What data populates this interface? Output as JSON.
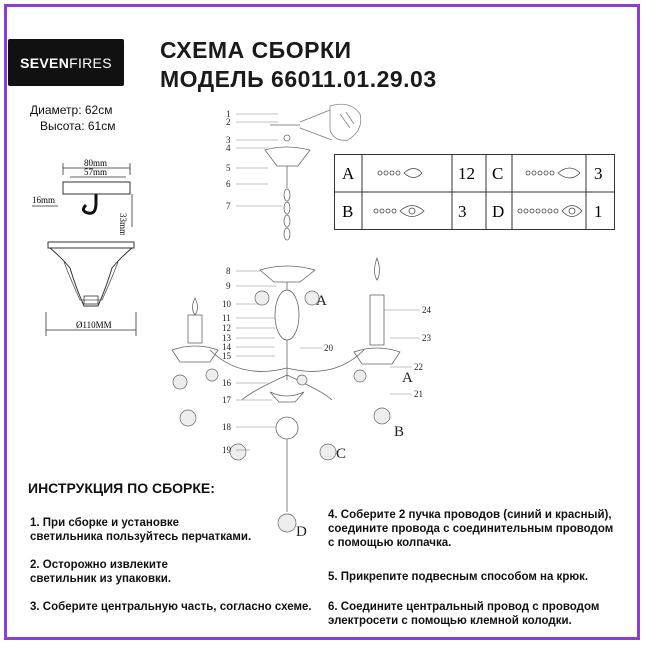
{
  "brand": {
    "logo_text_bold": "SEVEN",
    "logo_text_rest": "FIRES"
  },
  "header": {
    "title_line1": "СХЕМА СБОРКИ",
    "title_line2": "МОДЕЛЬ 66011.01.29.03"
  },
  "dimensions": {
    "diameter": "Диаметр: 62см",
    "height": "Высота: 61см"
  },
  "hook_diagram": {
    "w1": "80mm",
    "w2": "57mm",
    "left": "16mm",
    "right": "33mm"
  },
  "canopy_diagram": {
    "diameter": "Ø110MM"
  },
  "callouts": [
    "1",
    "2",
    "3",
    "4",
    "5",
    "6",
    "7",
    "8",
    "9",
    "10",
    "11",
    "12",
    "13",
    "14",
    "15",
    "16",
    "17",
    "18",
    "19",
    "20",
    "21",
    "22",
    "23",
    "24"
  ],
  "crystal_letters": [
    "A",
    "A",
    "B",
    "C",
    "D"
  ],
  "parts_table": [
    {
      "letter": "A",
      "qty": "12"
    },
    {
      "letter": "C",
      "qty": "3"
    },
    {
      "letter": "B",
      "qty": "3"
    },
    {
      "letter": "D",
      "qty": "1"
    }
  ],
  "instructions": {
    "heading": "ИНСТРУКЦИЯ ПО СБОРКЕ:",
    "steps": [
      {
        "l1": "1. При сборке и установке",
        "l2": "светильника пользуйтесь перчатками."
      },
      {
        "l1": "2. Осторожно извлеките",
        "l2": "светильник из упаковки."
      },
      {
        "l1": "3. Соберите центральную часть, согласно схеме.",
        "l2": ""
      },
      {
        "l1": "4. Соберите 2 пучка проводов (синий и красный),",
        "l2": "соедините провода с соединительным проводом",
        "l3": "с помощью колпачка."
      },
      {
        "l1": "5. Прикрепите подвесным способом на крюк.",
        "l2": ""
      },
      {
        "l1": "6. Соедините центральный провод с проводом",
        "l2": "электросети с помощью клемной колодки."
      }
    ]
  }
}
